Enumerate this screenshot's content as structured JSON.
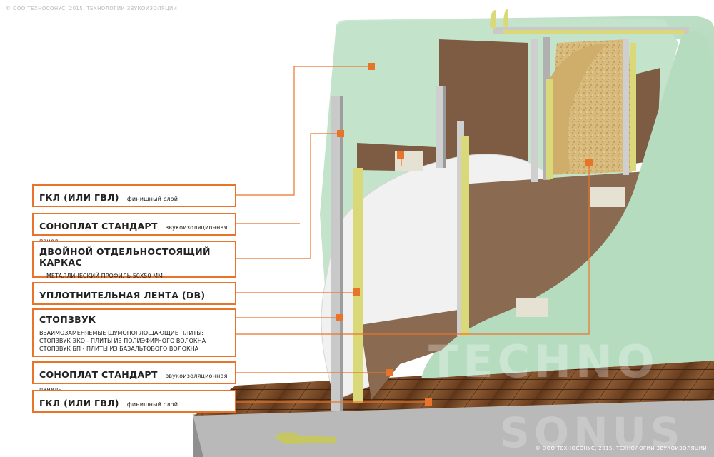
{
  "copyright_top": "© ООО ТЕХНОСОНУС, 2015. ТЕХНОЛОГИИ ЗВУКОИЗОЛЯЦИИ",
  "copyright_bottom": "© ООО ТЕХНОСОНУС, 2015. ТЕХНОЛОГИИ ЗВУКОИЗОЛЯЦИИ",
  "watermark": {
    "line1": "TECHNO",
    "line2": "SONUS"
  },
  "colors": {
    "accent": "#e8742a",
    "wall": "#bfe0c6",
    "board": "#8a6a50",
    "wool": "#f2f2f2",
    "mineral": "#d6b877",
    "floor": "#7a4a2a"
  },
  "labels": [
    {
      "title": "ГКЛ (ИЛИ ГВЛ)",
      "sub": "финишный слой"
    },
    {
      "title": "СОНОПЛАТ СТАНДАРТ",
      "sub": "звукоизоляционная панель"
    },
    {
      "title": "ДВОЙНОЙ ОТДЕЛЬНОСТОЯЩИЙ КАРКАС",
      "note": "МЕТАЛЛИЧЕСКИЙ ПРОФИЛЬ 50Х50 ММ"
    },
    {
      "title": "УПЛОТНИТЕЛЬНАЯ ЛЕНТА (DB)"
    },
    {
      "title": "СТОПЗВУК",
      "note1": "ВЗАИМОЗАМЕНЯЕМЫЕ ШУМОПОГЛОЩАЮЩИЕ ПЛИТЫ:",
      "note2": "СТОПЗВУК ЭКО - ПЛИТЫ ИЗ ПОЛИЭФИРНОГО ВОЛОКНА",
      "note3": "СТОПЗВУК БП - ПЛИТЫ ИЗ БАЗАЛЬТОВОГО ВОЛОКНА"
    },
    {
      "title": "СОНОПЛАТ СТАНДАРТ",
      "sub": "звукоизоляционная панель"
    },
    {
      "title": "ГКЛ (ИЛИ ГВЛ)",
      "sub": "финишный слой"
    }
  ]
}
